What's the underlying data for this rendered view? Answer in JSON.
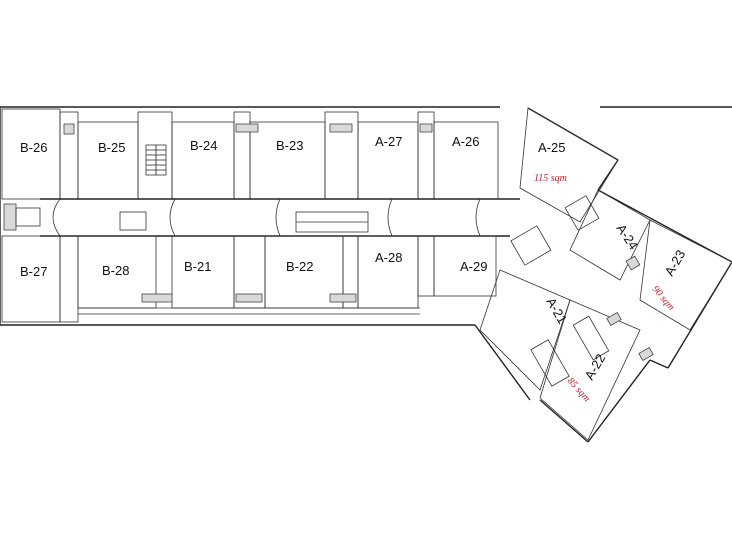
{
  "rooms": {
    "b26": "B-26",
    "b25": "B-25",
    "b24": "B-24",
    "b23": "B-23",
    "a27": "A-27",
    "a26": "A-26",
    "a25": "A-25",
    "b27": "B-27",
    "b28": "B-28",
    "b21": "B-21",
    "b22": "B-22",
    "a28": "A-28",
    "a29": "A-29",
    "a24": "A-24",
    "a23": "A-23",
    "a21": "A-21",
    "a22": "A-22"
  },
  "areas": {
    "a25": "115 sqm",
    "a23": "90 sqm",
    "a22": "85 sqm"
  },
  "colors": {
    "area_text": "#c0202a",
    "wall": "#222222",
    "fill_grey": "#d9d9d9"
  }
}
